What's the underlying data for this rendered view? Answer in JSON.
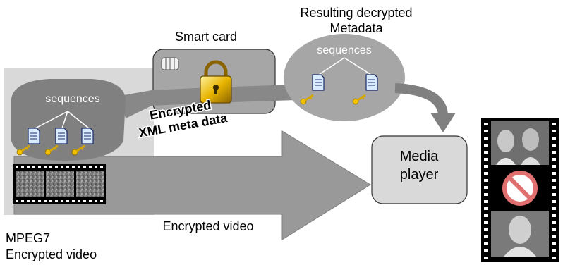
{
  "source_box": {
    "seq_label": "sequences",
    "caption_line1": "MPEG7",
    "caption_line2": "Encrypted video"
  },
  "smart_card": {
    "title": "Smart card"
  },
  "metadata": {
    "title_line1": "Resulting decrypted",
    "title_line2": "Metadata",
    "seq_label": "sequences"
  },
  "encrypted_meta": {
    "line1": "Encrypted",
    "line2": "XML meta data"
  },
  "video_arrow": {
    "label": "Encrypted video"
  },
  "media_player": {
    "line1": "Media",
    "line2": "player"
  },
  "output": {
    "icon": "no-entry-icon"
  }
}
